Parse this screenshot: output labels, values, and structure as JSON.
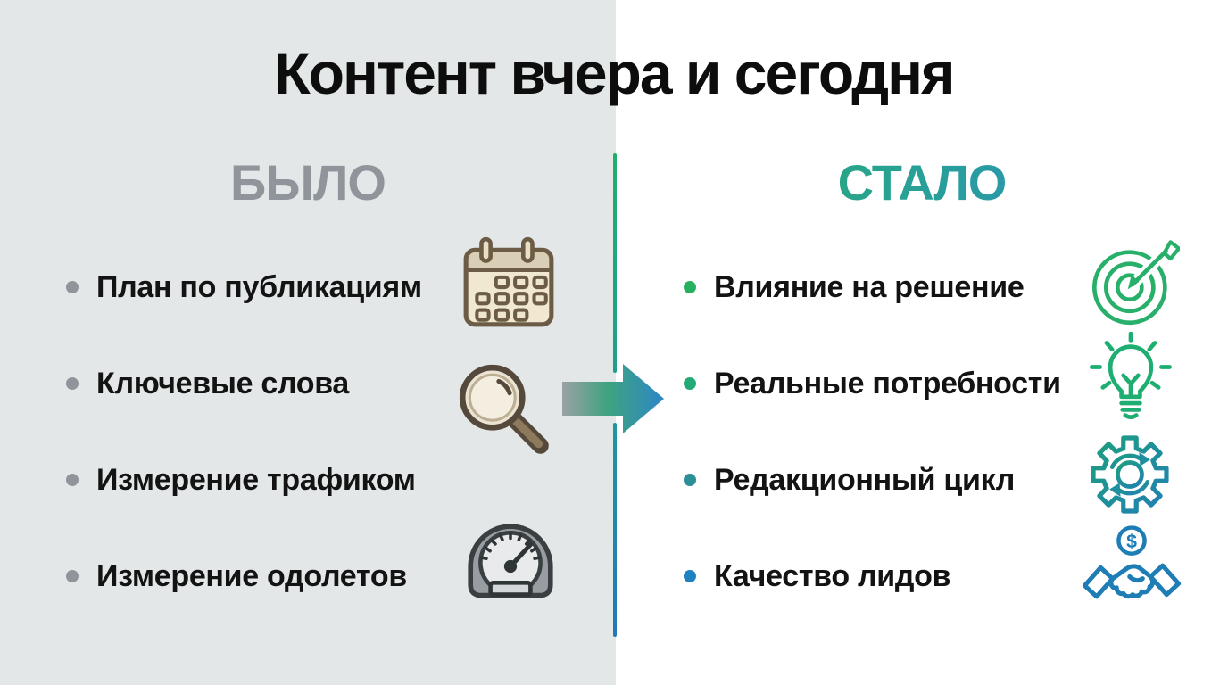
{
  "title": "Контент вчера и сегодня",
  "was": {
    "header": "БЫЛО",
    "header_color": "#8f959a",
    "bullet_color": "#8f959a",
    "items": [
      "План по публикациям",
      "Ключевые слова",
      "Измерение трафиком",
      "Измерение одолетов"
    ],
    "icons": [
      "calendar-icon",
      "magnifier-icon",
      "speedometer-icon"
    ]
  },
  "now": {
    "header": "СТАЛО",
    "header_gradient": [
      "#27b45f",
      "#2a8bd0"
    ],
    "items": [
      {
        "label": "Влияние на решение",
        "bullet_color": "#27b05e",
        "icon": "target-icon"
      },
      {
        "label": "Реальные потребности",
        "bullet_color": "#24aa74",
        "icon": "lightbulb-icon"
      },
      {
        "label": "Редакционный цикл",
        "bullet_color": "#2a8f96",
        "icon": "gear-cycle-icon"
      },
      {
        "label": "Качество лидов",
        "bullet_color": "#1e82c0",
        "icon": "handshake-dollar-icon"
      }
    ],
    "dollar_sign": "$"
  },
  "divider": {
    "top_color": "#1fb06a",
    "bottom_color": "#2277b8"
  },
  "arrow": {
    "gradient": [
      "#9aa1a5",
      "#3ea37f",
      "#2d87c6"
    ]
  },
  "colors": {
    "left_background": "#e3e7e8",
    "right_background": "#ffffff",
    "text": "#131313"
  }
}
